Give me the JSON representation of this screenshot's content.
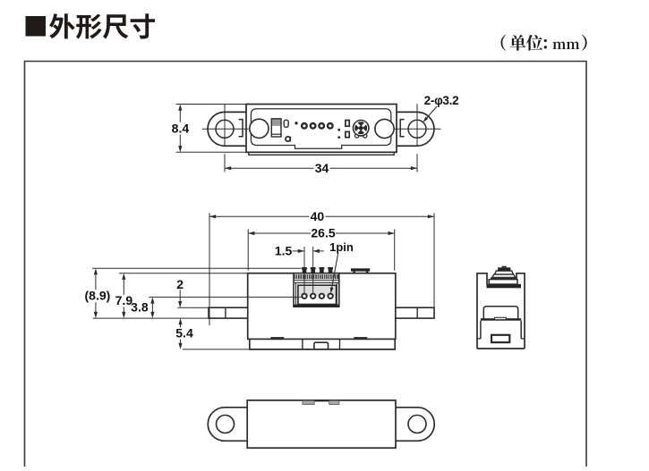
{
  "page": {
    "title": "■外形尺寸",
    "unit_note": "（单位：mm）",
    "background": "#ffffff",
    "ink_color": "#2b2b2b"
  },
  "drawing": {
    "type": "mechanical-dimension-drawing",
    "views": [
      "top-view",
      "front-view",
      "side-view",
      "bottom-view"
    ],
    "top_view": {
      "height": "8.4",
      "mount_hole_spacing": "34",
      "mount_holes": "2-φ3.2"
    },
    "front_view": {
      "overall_width": "40",
      "body_width": "26.5",
      "pin_pitch": "1.5",
      "first_pin": "1pin",
      "overall_height": "(8.9)",
      "body_height": "7.9",
      "connector_depth": "2",
      "tab_offset": "3.8",
      "lower_height": "5.4"
    }
  }
}
